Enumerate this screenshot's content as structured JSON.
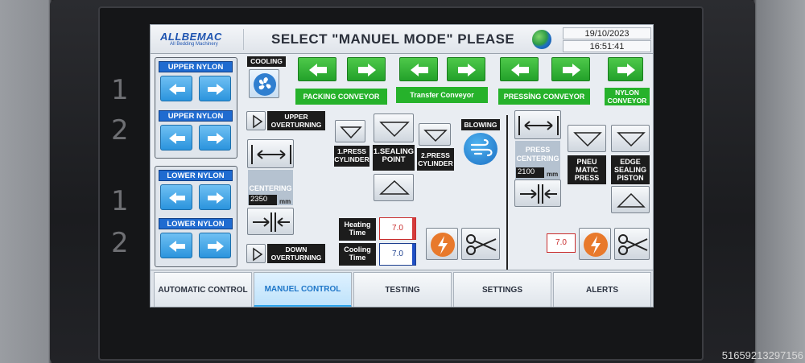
{
  "header": {
    "brand": "ALLBEMAC",
    "tagline": "All Bedding Machinery",
    "title": "SELECT  \"MANUEL MODE\"  PLEASE",
    "date": "19/10/2023",
    "time": "16:51:41"
  },
  "side_numbers": [
    "1",
    "2",
    "1",
    "2"
  ],
  "left_panel": {
    "upper_nylon_1": "UPPER NYLON",
    "upper_nylon_2": "UPPER NYLON",
    "lower_nylon_1": "LOWER NYLON",
    "lower_nylon_2": "LOWER NYLON"
  },
  "cooling_label": "COOLING",
  "conveyors": {
    "packing": "PACKING CONVEYOR",
    "transfer": "Transfer Conveyor",
    "pressing": "PRESSİNG CONVEYOR",
    "nylon": "NYLON CONVEYOR"
  },
  "overturning": {
    "upper": "UPPER OVERTURNING",
    "down": "DOWN OVERTURNING"
  },
  "centering": {
    "label": "CENTERING",
    "value": "2350",
    "unit": "mm"
  },
  "cylinders": {
    "press1": "1.PRESS CYLINDER",
    "sealing": "1.SEALING POINT",
    "press2": "2.PRESS CYLINDER"
  },
  "blowing_label": "BLOWING",
  "heating": {
    "label": "Heating Time",
    "value": "7.0"
  },
  "cooling_time": {
    "label": "Cooling Time",
    "value": "7.0"
  },
  "press_centering": {
    "label": "PRESS CENTERING",
    "value": "2100",
    "unit": "mm"
  },
  "pneumatic_press": "PNEU MATIC PRESS",
  "edge_sealing": "EDGE SEALING PISTON",
  "right_value": "7.0",
  "tabs": [
    "AUTOMATIC CONTROL",
    "MANUEL CONTROL",
    "TESTING",
    "SETTINGS",
    "ALERTS"
  ],
  "watermark": "51659213297156",
  "colors": {
    "accent_blue": "#2b94dd",
    "green": "#23a12a",
    "tab_active": "#2aa4ec"
  }
}
